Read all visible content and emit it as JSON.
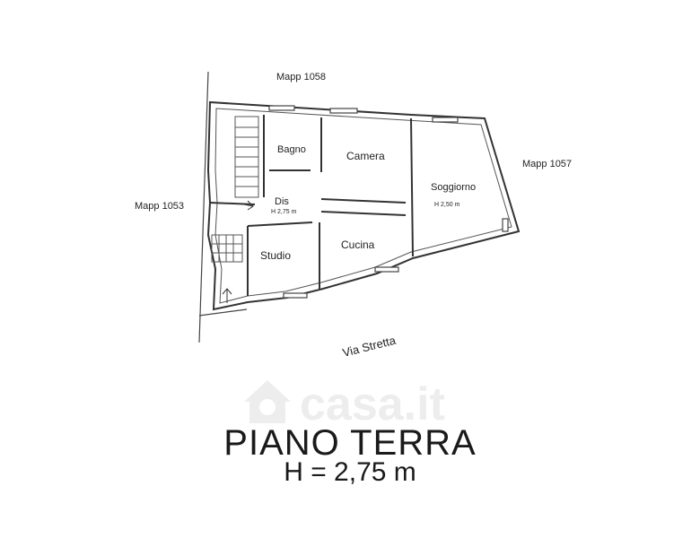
{
  "plan": {
    "neighbors": {
      "north": "Mapp 1058",
      "east": "Mapp 1057",
      "west": "Mapp 1053"
    },
    "street": "Via Stretta",
    "rooms": {
      "bagno": "Bagno",
      "camera": "Camera",
      "soggiorno": "Soggiorno",
      "soggiorno_height": "H 2,50 m",
      "dis": "Dis",
      "dis_height": "H 2,75 m",
      "studio": "Studio",
      "cucina": "Cucina"
    }
  },
  "watermark": {
    "brand": "casa.it"
  },
  "title": {
    "main": "PIANO TERRA",
    "sub": "H = 2,75 m"
  }
}
